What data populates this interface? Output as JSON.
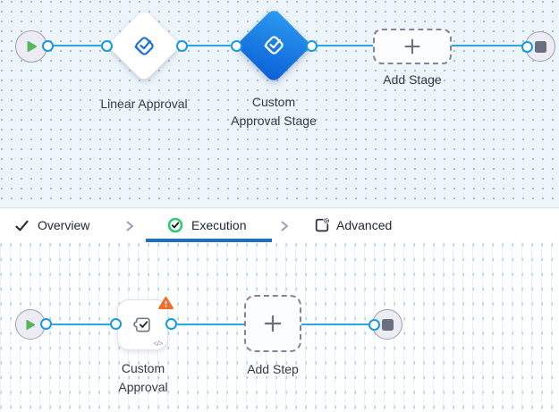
{
  "stage_canvas": {
    "stage1_label": "Linear Approval",
    "stage2_label_line1": "Custom",
    "stage2_label_line2": "Approval Stage",
    "add_stage_label": "Add Stage"
  },
  "tab_bar": {
    "overview_label": "Overview",
    "execution_label": "Execution",
    "advanced_label": "Advanced"
  },
  "step_canvas": {
    "step1_label_line1": "Custom",
    "step1_label_line2": "Approval",
    "code_badge": "</>",
    "add_step_label": "Add Step"
  },
  "colors": {
    "edge_blue": "#2ba7e4",
    "port_blue": "#189ae2",
    "selected_top": "#2d9bf0",
    "selected_bottom": "#0a5fd6",
    "stage_icon_blue": "#1a6fd4",
    "warning_orange": "#ef6e2c",
    "success_green": "#2ecb72",
    "active_tab_underline": "#1d6fc2",
    "node_circle_fill": "#edebf4",
    "node_circle_border": "#9ba0b2",
    "play_green": "#57b75c",
    "label_text": "#333a46",
    "tab_text": "#1d2533"
  }
}
